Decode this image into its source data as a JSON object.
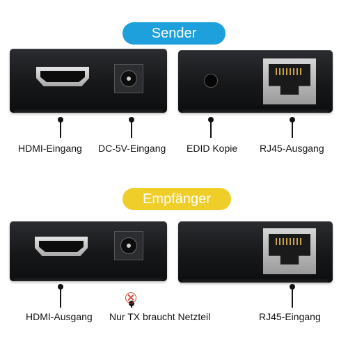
{
  "sections": {
    "sender_title": "Sender",
    "receiver_title": "Empfänger"
  },
  "sender": {
    "labels": [
      "HDMI-Eingang",
      "DC-5V-Eingang",
      "EDID Kopie",
      "RJ45-Ausgang"
    ]
  },
  "receiver": {
    "labels": [
      "HDMI-Ausgang",
      "Nur TX braucht Netzteil",
      "RJ45-Eingang"
    ]
  },
  "colors": {
    "sender_pill": "#1ea0dd",
    "receiver_pill": "#f0ce2a",
    "device_body": "#16171a",
    "leader_line": "#111111",
    "no_power_icon": "#d44a3a"
  },
  "icons": [
    "hdmi-port-icon",
    "dc-jack-icon",
    "edid-button-icon",
    "rj45-port-icon",
    "no-power-icon"
  ]
}
